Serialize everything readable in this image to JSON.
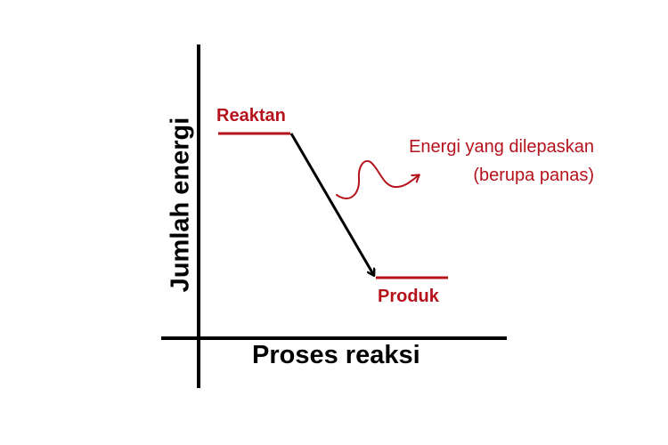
{
  "diagram": {
    "x_axis_label": "Proses reaksi",
    "y_axis_label": "Jumlah energi",
    "reactant_label": "Reaktan",
    "product_label": "Produk",
    "annotation": {
      "line1": "Energi yang dilepaskan",
      "line2": "(berupa panas)"
    }
  },
  "colors": {
    "axis": "#000000",
    "accent": "#b5121b",
    "text": "#000000"
  }
}
